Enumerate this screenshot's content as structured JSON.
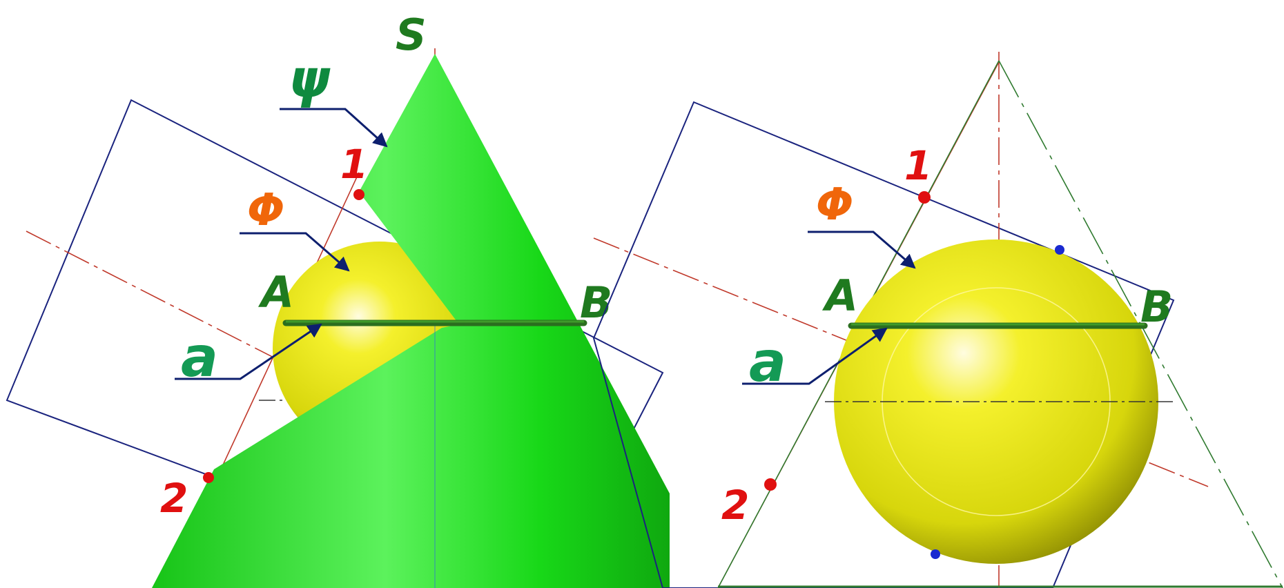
{
  "labels": {
    "apex": "S",
    "plane": "ψ",
    "point_1": "1",
    "point_2": "2",
    "sphere": "Φ",
    "point_A": "A",
    "point_B": "B",
    "line": "a"
  },
  "colors": {
    "cone_green": "#22dd22",
    "sphere_yellow": "#f0f020",
    "frame_blue": "#1a237e",
    "axis_red": "#c0392b",
    "leader_navy": "#0d1f6e",
    "point_red": "#e01010",
    "point_blue": "#1a2ad0",
    "rod_green": "#2b6e1f"
  }
}
